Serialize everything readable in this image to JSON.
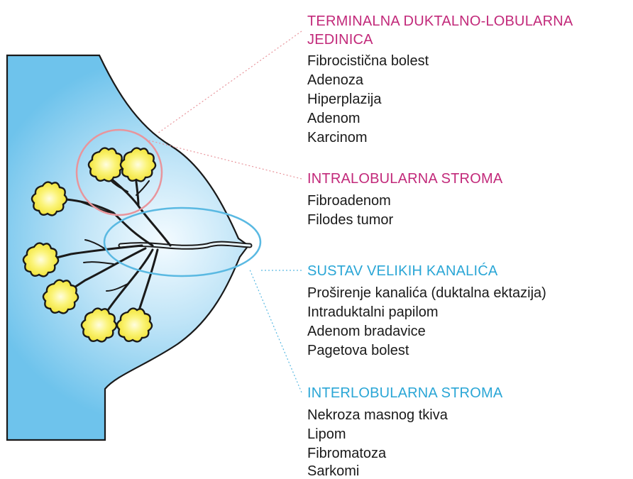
{
  "colors": {
    "pink_heading": "#c2297a",
    "blue_heading": "#2aa6d6",
    "pink_circle": "#e8959c",
    "blue_ellipse": "#5ab9e2",
    "breast_fill_light": "#eaf6fd",
    "breast_fill_dark": "#6ec3ec",
    "lobule_fill": "#f7f04a",
    "outline": "#1a1a1a"
  },
  "sections": [
    {
      "heading_lines": [
        "TERMINALNA DUKTALNO-LOBULARNA",
        "JEDINICA"
      ],
      "heading_color": "pink",
      "items": [
        "Fibrocistična bolest",
        "Adenoza",
        "Hiperplazija",
        "Adenom",
        "Karcinom"
      ]
    },
    {
      "heading_lines": [
        "INTRALOBULARNA STROMA"
      ],
      "heading_color": "pink",
      "items": [
        "Fibroadenom",
        "Filodes tumor"
      ]
    },
    {
      "heading_lines": [
        "SUSTAV VELIKIH KANALIĆA"
      ],
      "heading_color": "blue",
      "items": [
        "Proširenje kanalića (duktalna ektazija)",
        "Intraduktalni papilom",
        "Adenom bradavice",
        "Pagetova bolest"
      ]
    },
    {
      "heading_lines": [
        "INTERLOBULARNA STROMA"
      ],
      "heading_color": "blue",
      "items": [
        "Nekroza masnog tkiva",
        "Lipom",
        "Fibromatoza",
        "Sarkomi"
      ]
    }
  ]
}
